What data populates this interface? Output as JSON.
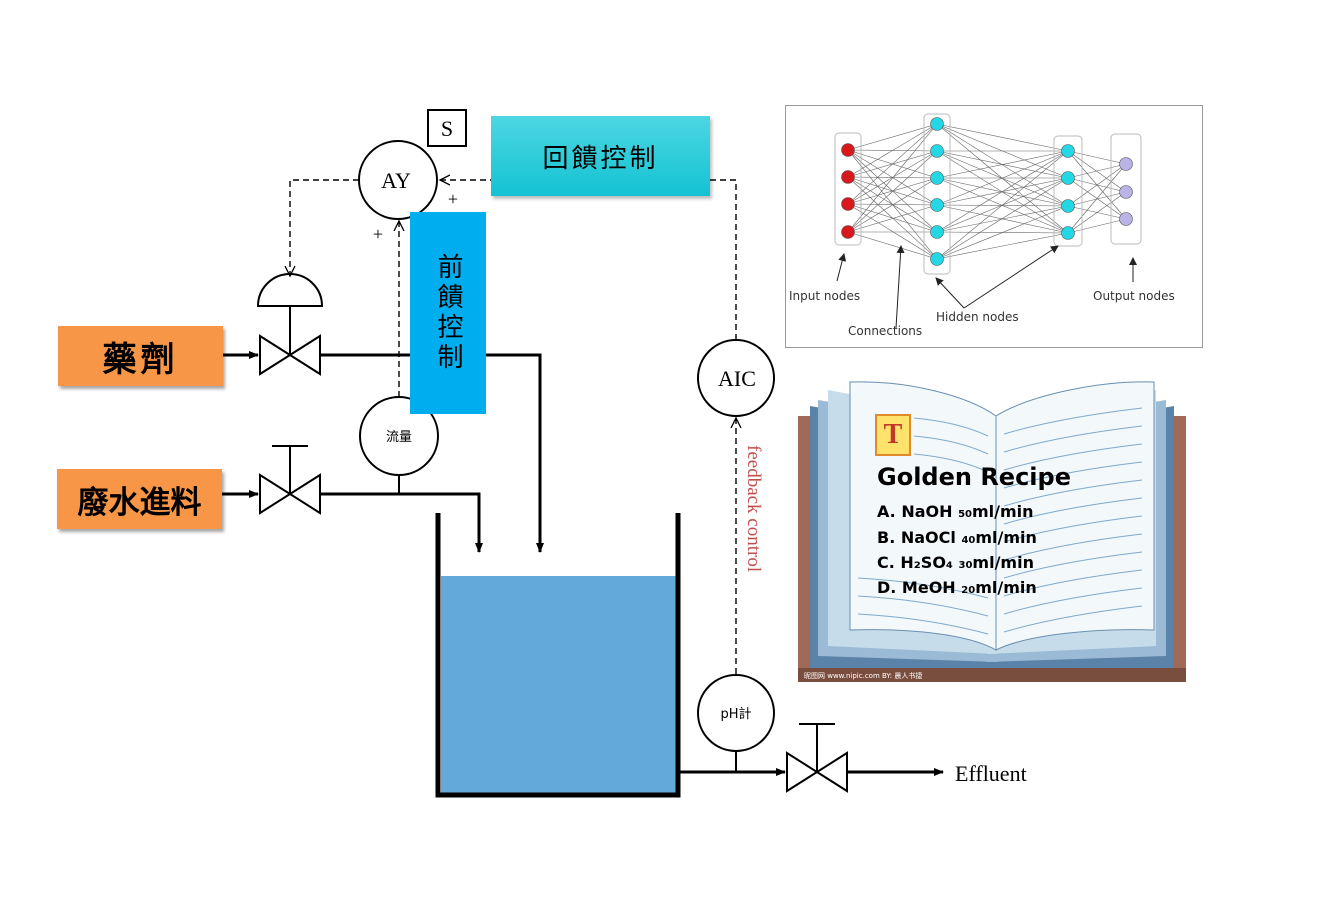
{
  "labels": {
    "chemical": "藥劑",
    "waste_feed": "廢水進料",
    "feedback": "回饋控制",
    "feedforward": "前饋控制",
    "ay": "AY",
    "s": "S",
    "plus_top": "+",
    "plus_left": "+",
    "flow": "流量",
    "aic": "AIC",
    "ph": "pH計",
    "feedback_control": "feedback control",
    "effluent": "Effluent"
  },
  "neural_net": {
    "input_nodes": "Input nodes",
    "connections": "Connections",
    "hidden_nodes": "Hidden nodes",
    "output_nodes": "Output nodes"
  },
  "recipe": {
    "badge": "T",
    "title": "Golden Recipe",
    "items": [
      {
        "prefix": "A. NaOH ",
        "rate": "50",
        "unit": "ml/min"
      },
      {
        "prefix": "B. NaOCl ",
        "rate": "40",
        "unit": "ml/min"
      },
      {
        "prefix": "C. H₂SO₄ ",
        "rate": "30",
        "unit": "ml/min"
      },
      {
        "prefix": "D. MeOH ",
        "rate": "20",
        "unit": "ml/min"
      }
    ],
    "footer": "昵图网 www.nipic.com   BY: 晨人书捷"
  },
  "colors": {
    "tag_orange": "#f79646",
    "feedback_box": "#1dc6d6",
    "feedforward_box": "#00aeef",
    "tank_liquid": "#63a9da",
    "feedback_text": "#c0504d",
    "nn_input": "#d7191c",
    "nn_hidden": "#23d8e4",
    "nn_output": "#b9b3e6"
  }
}
